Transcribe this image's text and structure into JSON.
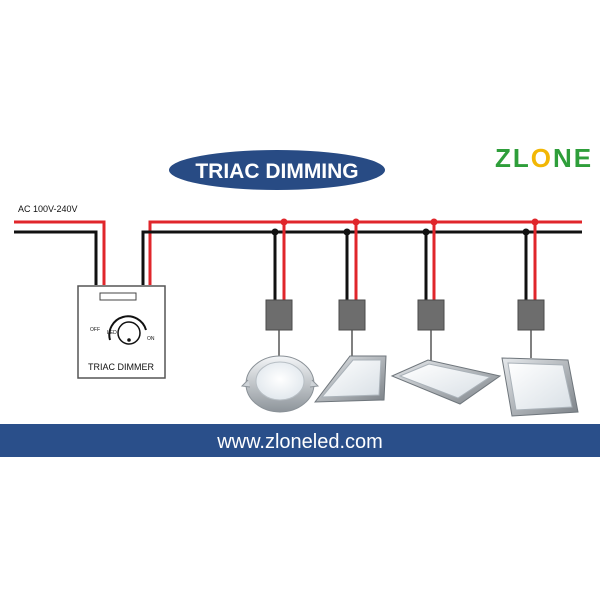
{
  "title": "TRIAC DIMMING",
  "brand": {
    "logo_text": "ZLONE",
    "color_green": "#2e9e3a",
    "color_yellow": "#f2b705"
  },
  "supply_label": "AC 100V-240V",
  "dimmer": {
    "label": "TRIAC DIMMER",
    "off_label": "OFF",
    "on_label": "ON",
    "led_label": "LED"
  },
  "fixtures": [
    {
      "kind": "downlight"
    },
    {
      "kind": "panel"
    },
    {
      "kind": "panel"
    },
    {
      "kind": "panel"
    }
  ],
  "footer": {
    "url": "www.zloneled.com"
  },
  "colors": {
    "title_bg": "#284b84",
    "footer_bg": "#2a4f8a",
    "live_wire": "#e0262b",
    "neutral_wire": "#111111",
    "driver": "#6d6d6d"
  }
}
